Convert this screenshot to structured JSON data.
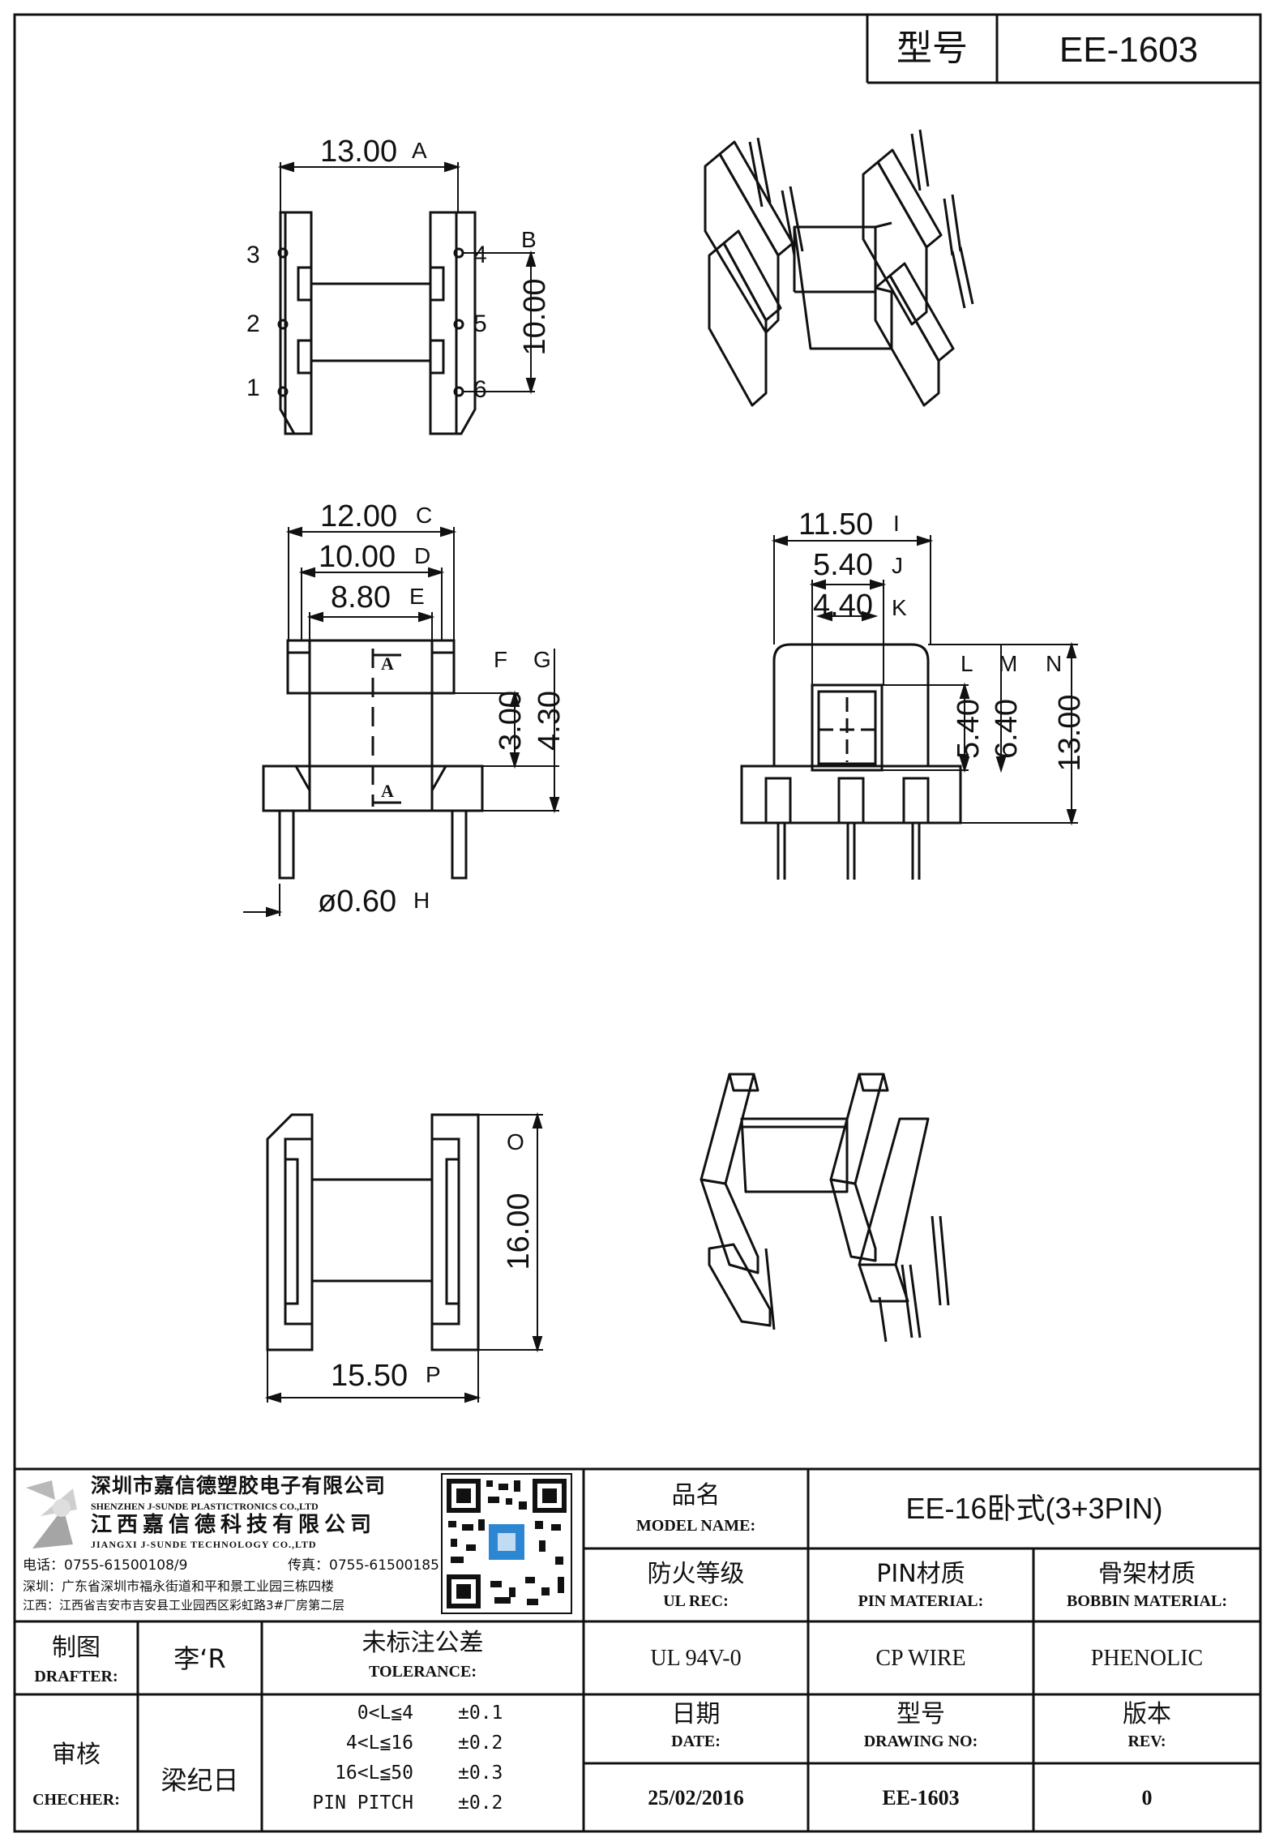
{
  "header": {
    "model_label": "型号",
    "model_value": "EE-1603"
  },
  "dimensions": {
    "top_view": {
      "width": "13.00",
      "width_tag": "A",
      "height": "10.00",
      "height_tag": "B",
      "pins": [
        "1",
        "2",
        "3",
        "4",
        "5",
        "6"
      ]
    },
    "front_view": {
      "c": "12.00",
      "c_tag": "C",
      "d": "10.00",
      "d_tag": "D",
      "e": "8.80",
      "e_tag": "E",
      "f": "3.00",
      "f_tag": "F",
      "g": "4.30",
      "g_tag": "G",
      "h": "ø0.60",
      "h_tag": "H",
      "section_mark": "A"
    },
    "side_view": {
      "i": "11.50",
      "i_tag": "I",
      "j": "5.40",
      "j_tag": "J",
      "k": "4.40",
      "k_tag": "K",
      "l": "5.40",
      "l_tag": "L",
      "m": "6.40",
      "m_tag": "M",
      "n": "13.00",
      "n_tag": "N"
    },
    "bottom_view": {
      "o": "16.00",
      "o_tag": "O",
      "p": "15.50",
      "p_tag": "P"
    }
  },
  "company": {
    "name_sz": "深圳市嘉信德塑胶电子有限公司",
    "name_sz_en": "SHENZHEN J-SUNDE PLASTICTRONICS CO.,LTD",
    "name_jx": "江西嘉信德科技有限公司",
    "name_jx_en": "JIANGXI J-SUNDE TECHNOLOGY CO.,LTD",
    "phone": "电话：0755-61500108/9",
    "fax": "传真：0755-61500185",
    "addr_sz": "深圳：广东省深圳市福永街道和平和景工业园三栋四楼",
    "addr_jx": "江西：江西省吉安市吉安县工业园西区彩虹路3#厂房第二层"
  },
  "title_block": {
    "model_name_cn": "品名",
    "model_name_en": "MODEL NAME:",
    "model_name_value": "EE-16卧式(3+3PIN)",
    "ul_cn": "防火等级",
    "ul_en": "UL REC:",
    "ul_value": "UL 94V-0",
    "pin_cn": "PIN材质",
    "pin_en": "PIN MATERIAL:",
    "pin_value": "CP WIRE",
    "bobbin_cn": "骨架材质",
    "bobbin_en": "BOBBIN MATERIAL:",
    "bobbin_value": "PHENOLIC",
    "drafter_cn": "制图",
    "drafter_en": "DRAFTER:",
    "drafter_value": "李‘R",
    "checker_cn": "审核",
    "checker_en": "CHECHER:",
    "checker_value": "梁纪日",
    "tolerance_cn": "未标注公差",
    "tolerance_en": "TOLERANCE:",
    "tolerances": [
      {
        "range": "0<L≦4",
        "value": "±0.1"
      },
      {
        "range": "4<L≦16",
        "value": "±0.2"
      },
      {
        "range": "16<L≦50",
        "value": "±0.3"
      },
      {
        "range": "PIN PITCH",
        "value": "±0.2"
      }
    ],
    "date_cn": "日期",
    "date_en": "DATE:",
    "date_value": "25/02/2016",
    "drawing_cn": "型号",
    "drawing_en": "DRAWING NO:",
    "drawing_value": "EE-1603",
    "rev_cn": "版本",
    "rev_en": "REV:",
    "rev_value": "0"
  }
}
